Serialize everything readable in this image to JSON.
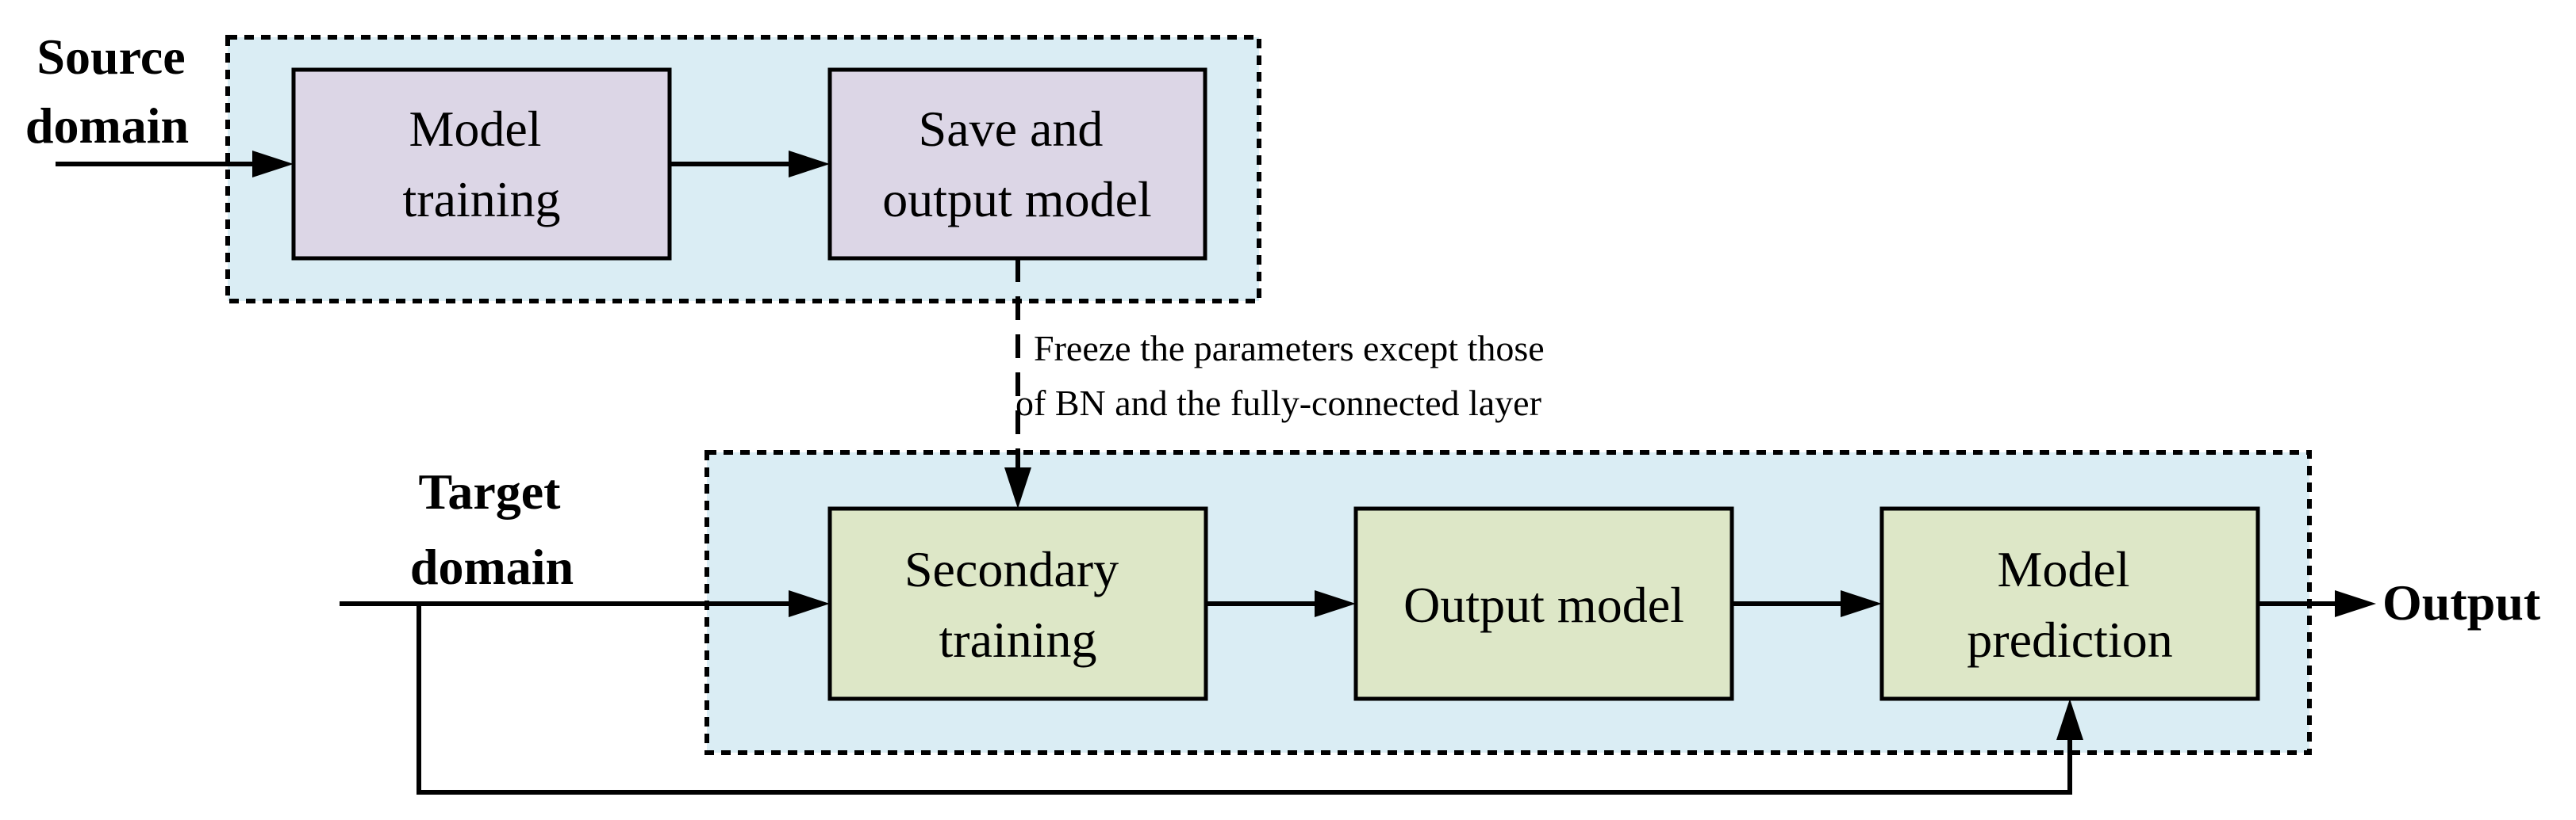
{
  "diagram": {
    "source_label": [
      "Source",
      "domain"
    ],
    "target_label": [
      "Target",
      "domain"
    ],
    "output_label": "Output",
    "nodes": {
      "model_training": [
        "Model",
        "training"
      ],
      "save_output": [
        "Save and",
        "output model"
      ],
      "secondary_training": [
        "Secondary",
        "training"
      ],
      "output_model": [
        "Output model"
      ],
      "model_prediction": [
        "Model",
        "prediction"
      ]
    },
    "transfer_note": [
      "Freeze the parameters except those",
      "of BN and the fully-connected layer"
    ],
    "colors": {
      "region_fill": "#daedf4",
      "source_node_fill": "#dcd6e6",
      "target_node_fill": "#dde7c7",
      "stroke": "#000000"
    }
  }
}
